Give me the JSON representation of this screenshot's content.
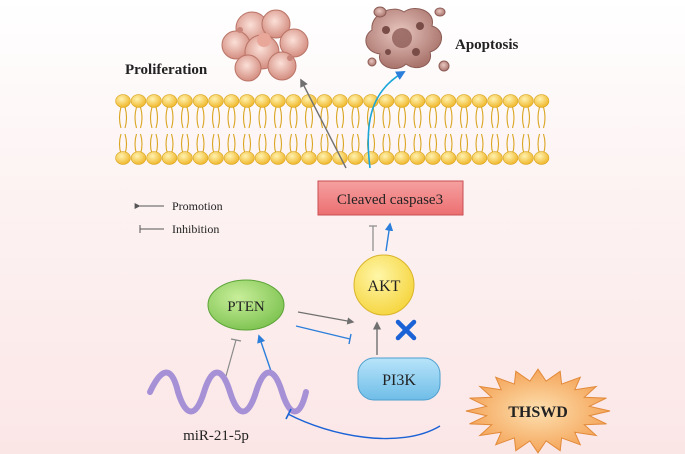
{
  "labels": {
    "proliferation": "Proliferation",
    "apoptosis": "Apoptosis",
    "cleaved_caspase3": "Cleaved caspase3",
    "akt": "AKT",
    "pten": "PTEN",
    "pi3k": "PI3K",
    "mirna": "miR-21-5p",
    "thswd": "THSWD"
  },
  "legend": {
    "promotion": "Promotion",
    "inhibition": "Inhibition"
  },
  "colors": {
    "background_gradient_top": "#ffffff",
    "background_gradient_bottom": "#fbe6e6",
    "lipid_head": "#f6c53c",
    "lipid_tail": "#d9a520",
    "caspase_box": "#f07f80",
    "akt_node": "#fbe35a",
    "pten_node": "#8fcf63",
    "pi3k_node": "#8ccff0",
    "thswd_burst": "#f7b26b",
    "mirna_wave": "#a691d6",
    "promotion_arrow": "#707070",
    "blue_arrow": "#2b7fdb",
    "inhibit_mark": "#1a62d6"
  }
}
